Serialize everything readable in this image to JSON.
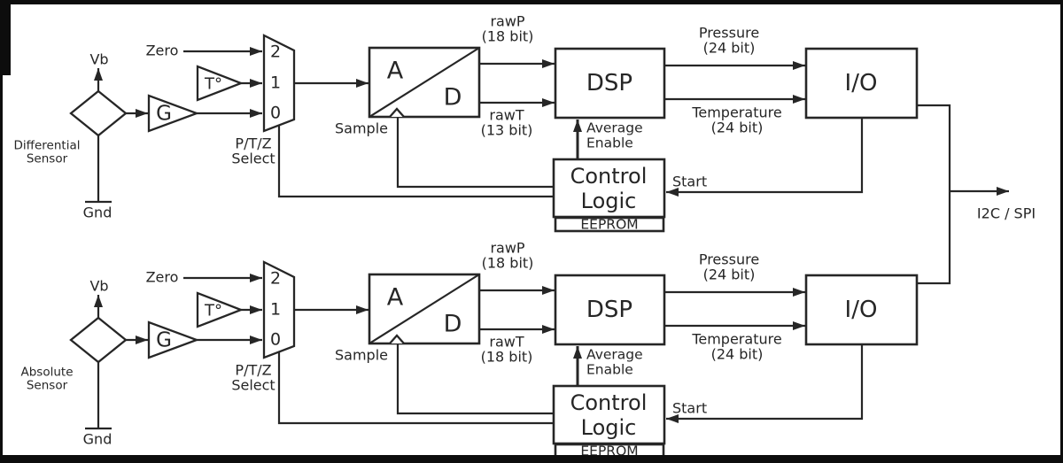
{
  "diagram_type": "block-diagram",
  "colors": {
    "ink": "#262626",
    "background": "#ffffff",
    "border": "#0d0d0d"
  },
  "output": {
    "i2c_spi": "I2C / SPI"
  },
  "channels": [
    {
      "sensor_line1": "Differential",
      "sensor_line2": "Sensor",
      "vb": "Vb",
      "gnd": "Gnd",
      "zero": "Zero",
      "t_sensor": "T°",
      "gain": "G",
      "mux_ports": [
        "2",
        "1",
        "0"
      ],
      "ptz_line1": "P/T/Z",
      "ptz_line2": "Select",
      "sample": "Sample",
      "adc_a": "A",
      "adc_d": "D",
      "rawp_line1": "rawP",
      "rawp_line2": "(18 bit)",
      "rawt_line1": "rawT",
      "rawt_line2": "(13 bit)",
      "dsp": "DSP",
      "pressure_line1": "Pressure",
      "pressure_line2": "(24 bit)",
      "temp_line1": "Temperature",
      "temp_line2": "(24 bit)",
      "io": "I/O",
      "control_line1": "Control",
      "control_line2": "Logic",
      "eeprom": "EEPROM",
      "avg_line1": "Average",
      "avg_line2": "Enable",
      "start": "Start"
    },
    {
      "sensor_line1": "Absolute",
      "sensor_line2": "Sensor",
      "vb": "Vb",
      "gnd": "Gnd",
      "zero": "Zero",
      "t_sensor": "T°",
      "gain": "G",
      "mux_ports": [
        "2",
        "1",
        "0"
      ],
      "ptz_line1": "P/T/Z",
      "ptz_line2": "Select",
      "sample": "Sample",
      "adc_a": "A",
      "adc_d": "D",
      "rawp_line1": "rawP",
      "rawp_line2": "(18 bit)",
      "rawt_line1": "rawT",
      "rawt_line2": "(18 bit)",
      "dsp": "DSP",
      "pressure_line1": "Pressure",
      "pressure_line2": "(24 bit)",
      "temp_line1": "Temperature",
      "temp_line2": "(24 bit)",
      "io": "I/O",
      "control_line1": "Control",
      "control_line2": "Logic",
      "eeprom": "EEPROM",
      "avg_line1": "Average",
      "avg_line2": "Enable",
      "start": "Start"
    }
  ]
}
